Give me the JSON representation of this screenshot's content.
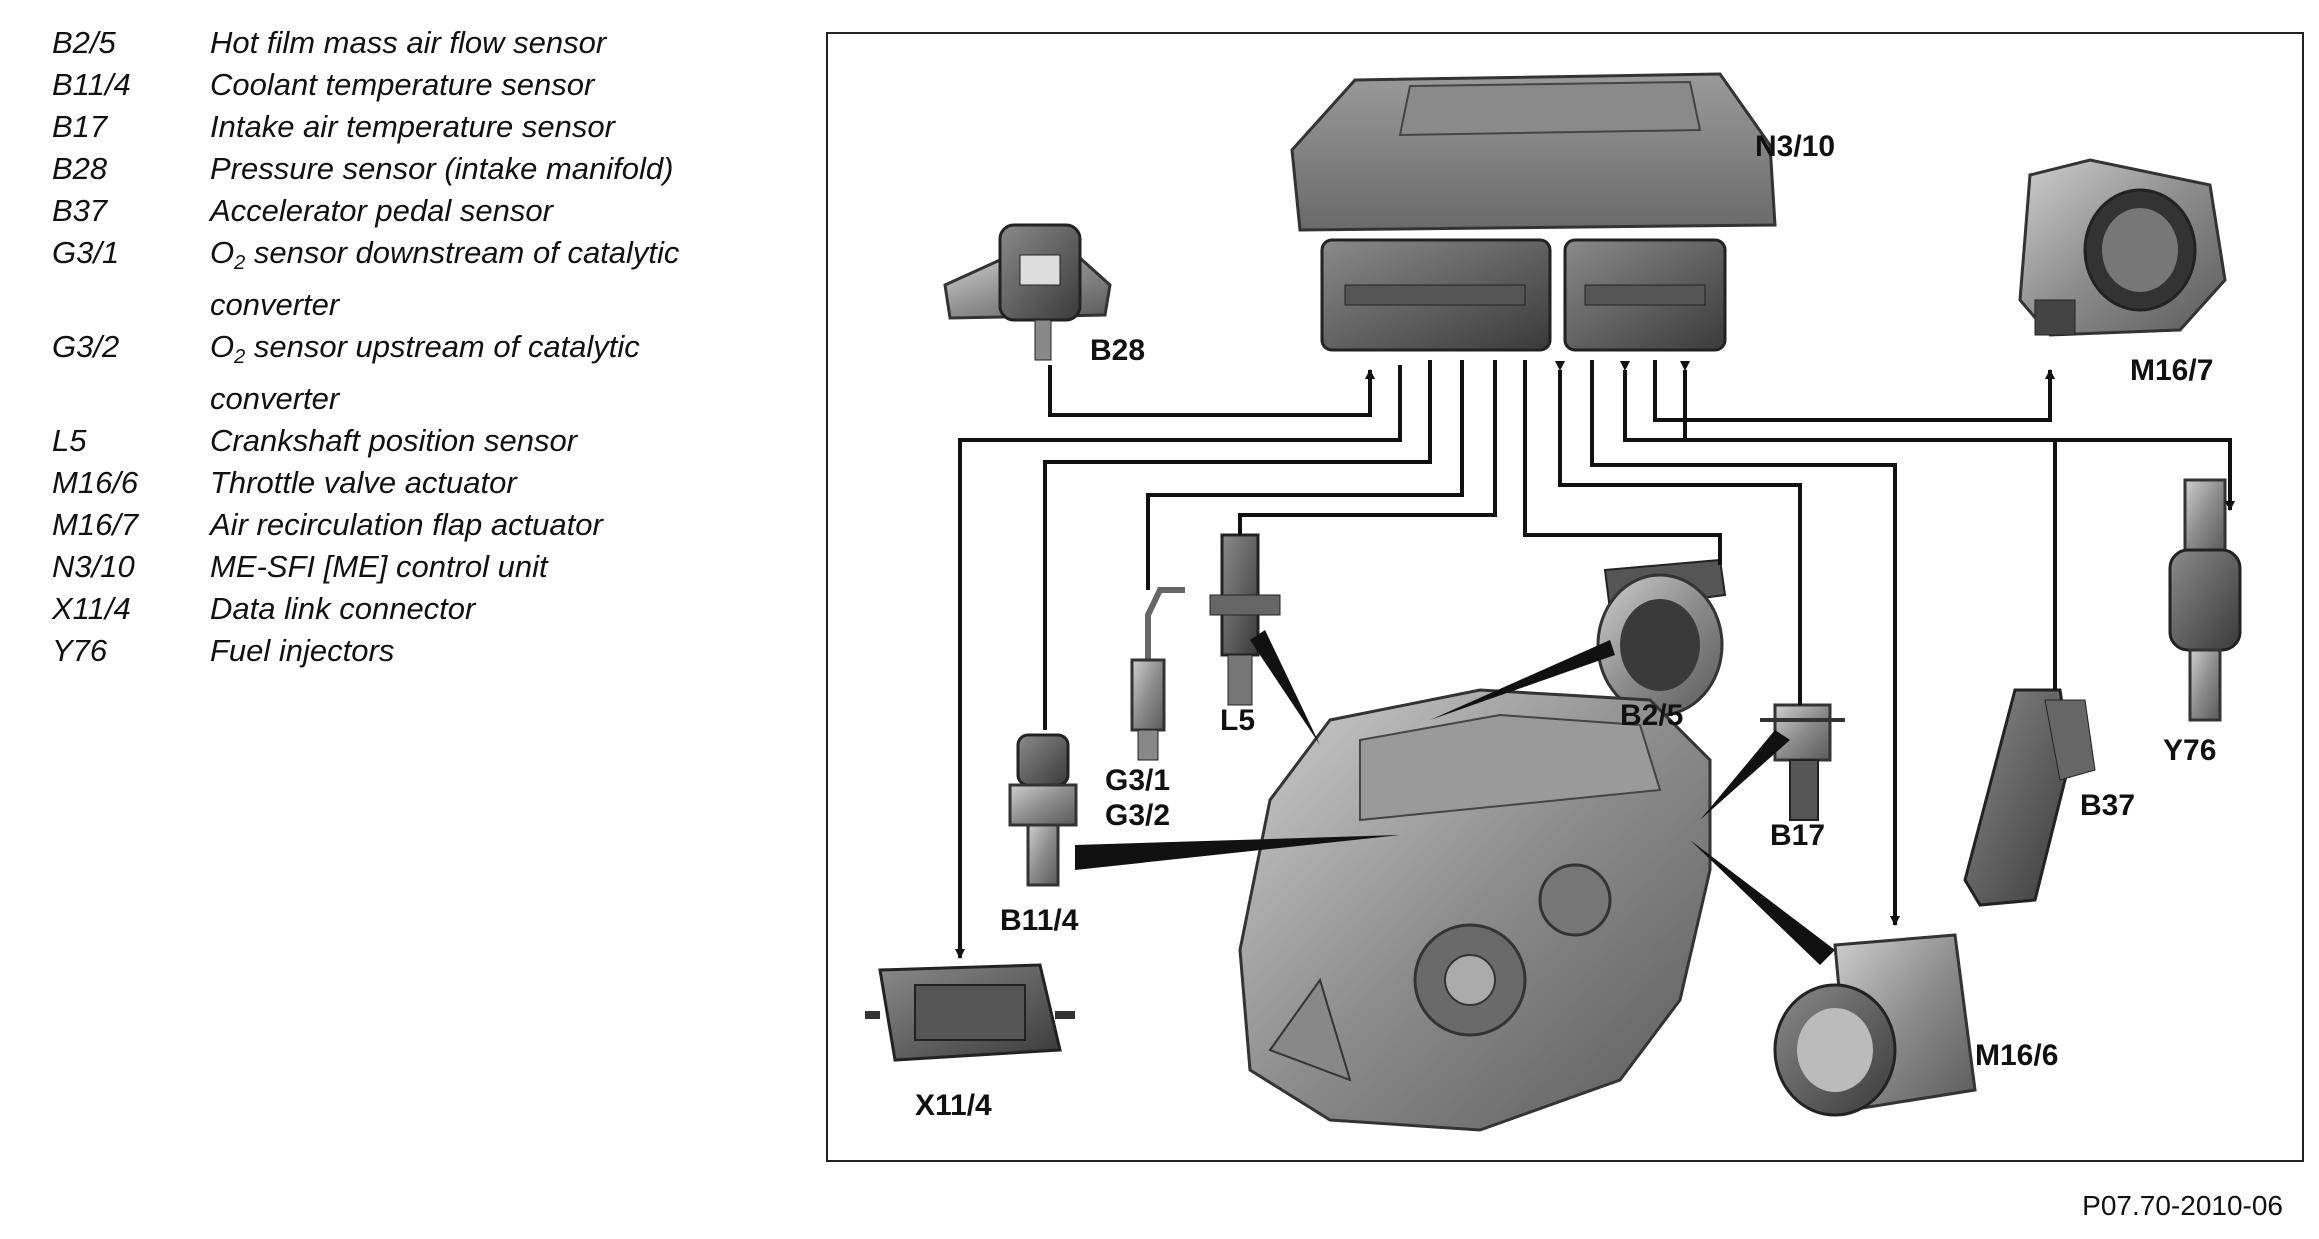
{
  "legend": [
    {
      "code": "B2/5",
      "desc": "Hot film mass air flow sensor"
    },
    {
      "code": "B11/4",
      "desc": "Coolant temperature sensor"
    },
    {
      "code": "B17",
      "desc": "Intake air temperature sensor"
    },
    {
      "code": "B28",
      "desc": "Pressure sensor (intake manifold)"
    },
    {
      "code": "B37",
      "desc": "Accelerator pedal sensor"
    },
    {
      "code": "G3/1",
      "desc_pre": "O",
      "desc_sub": "2",
      "desc_post": " sensor downstream of catalytic",
      "desc_cont": "converter"
    },
    {
      "code": "G3/2",
      "desc_pre": "O",
      "desc_sub": "2",
      "desc_post": " sensor upstream of catalytic",
      "desc_cont": "converter"
    },
    {
      "code": "L5",
      "desc": "Crankshaft position sensor"
    },
    {
      "code": "M16/6",
      "desc": "Throttle valve actuator"
    },
    {
      "code": "M16/7",
      "desc": "Air recirculation flap actuator"
    },
    {
      "code": "N3/10",
      "desc": "ME-SFI [ME] control unit"
    },
    {
      "code": "X11/4",
      "desc": "Data link connector"
    },
    {
      "code": "Y76",
      "desc": "Fuel injectors"
    }
  ],
  "labels": {
    "n3_10": "N3/10",
    "b28": "B28",
    "m16_7": "M16/7",
    "y76": "Y76",
    "b37": "B37",
    "b17": "B17",
    "b2_5": "B2/5",
    "l5": "L5",
    "g3_1": "G3/1",
    "g3_2": "G3/2",
    "b11_4": "B11/4",
    "x11_4": "X11/4",
    "m16_6": "M16/6"
  },
  "reference": "P07.70-2010-06"
}
